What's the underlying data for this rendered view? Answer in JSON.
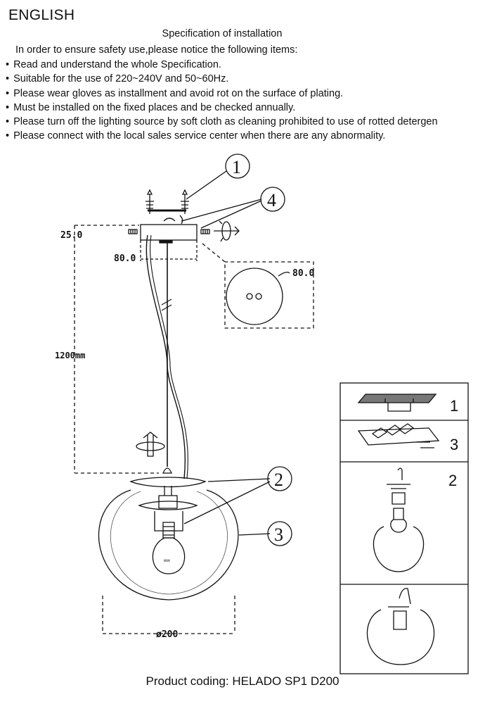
{
  "header": {
    "language": "ENGLISH",
    "title": "Specification of installation",
    "intro": "In order to ensure safety use,please notice the following items:"
  },
  "instructions": [
    "Read and understand the whole Specification.",
    "Suitable for the use of 220~240V and 50~60Hz.",
    "Please wear gloves as installment and avoid rot on the surface of plating.",
    "Must be installed on the fixed places and be checked annually.",
    "Please turn off the lighting source by soft cloth as cleaning prohibited to use of rotted detergen",
    "Please connect with the local sales service center when there are any abnormality."
  ],
  "diagram": {
    "callouts": [
      "1",
      "2",
      "3",
      "4"
    ],
    "dimensions": {
      "canopy_offset": "25.0",
      "canopy_width": "80.0",
      "canopy_diameter": "80.0",
      "cable_length": "1200mm",
      "shade_diameter": "ø200"
    },
    "bulb_label": "ww"
  },
  "steps_panel": {
    "steps": [
      "1",
      "3",
      "2",
      ""
    ]
  },
  "footer": {
    "product_coding": "Product coding: HELADO SP1 D200"
  }
}
